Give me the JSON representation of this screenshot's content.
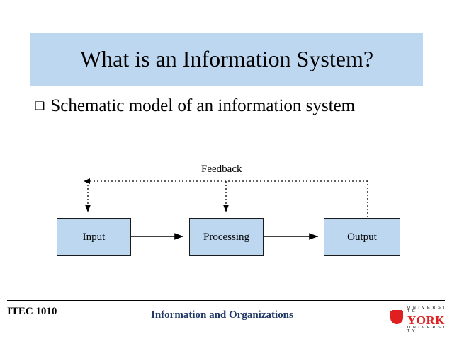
{
  "slide": {
    "title": "What is an Information System?",
    "bullet_marker": "❑",
    "bullet_text": "Schematic model of an information system",
    "colors": {
      "banner": "#bdd7f0",
      "box_fill": "#bdd7f0",
      "box_border": "#1a1a1a",
      "footer_center_text": "#1f3864",
      "logo_red": "#e02020"
    }
  },
  "diagram": {
    "type": "flow",
    "feedback_label": "Feedback",
    "nodes": [
      {
        "id": "input",
        "label": "Input"
      },
      {
        "id": "processing",
        "label": "Processing"
      },
      {
        "id": "output",
        "label": "Output"
      }
    ],
    "edges": [
      {
        "from": "input",
        "to": "processing",
        "style": "solid-arrow"
      },
      {
        "from": "processing",
        "to": "output",
        "style": "solid-arrow"
      },
      {
        "from": "output",
        "to": "feedback-bus",
        "style": "dotted"
      },
      {
        "from": "feedback-bus",
        "to": "input",
        "style": "dotted-arrow"
      },
      {
        "from": "feedback-bus",
        "to": "processing",
        "style": "dotted-arrow"
      }
    ]
  },
  "footer": {
    "course_code": "ITEC 1010",
    "course_title": "Information and Organizations"
  },
  "logo": {
    "top_line": "U N I V E R S I T É",
    "name": "YORK",
    "bottom_line": "U N I V E R S I T Y",
    "icon": "york-shield-icon"
  }
}
